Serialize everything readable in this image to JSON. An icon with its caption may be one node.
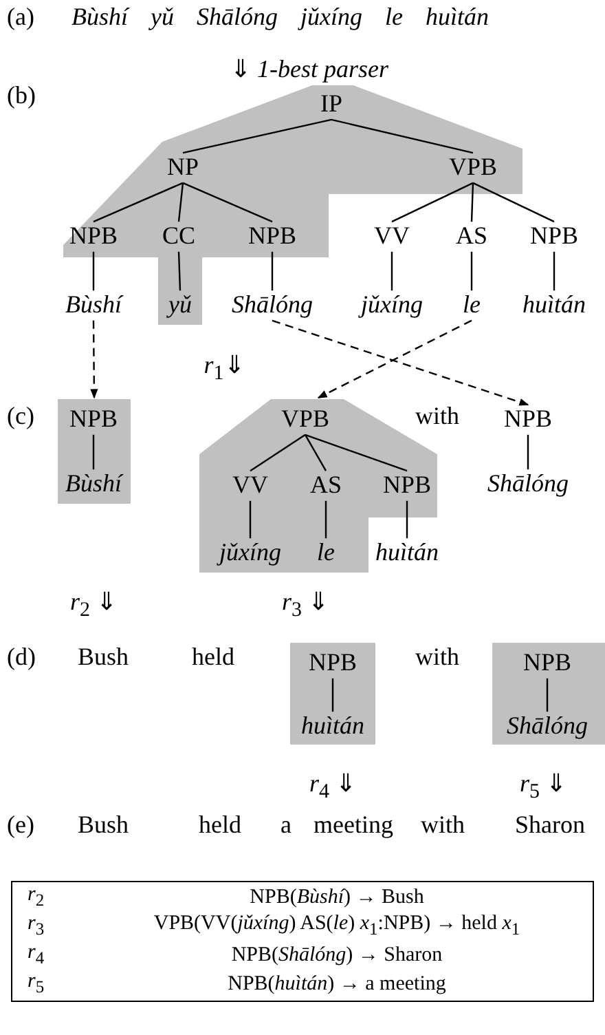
{
  "diagram": {
    "nodes": [
      {
        "text": [],
        "shape": "polygon"
      },
      {
        "text": [
          "IP"
        ],
        "in": 0
      },
      {
        "text": [
          "NP"
        ],
        "in": 0
      },
      {
        "text": [
          "VPB"
        ],
        "in": 0
      },
      {
        "text": [
          "NPB"
        ],
        "in": 0
      },
      {
        "text": [
          "CC"
        ],
        "in": 0
      },
      {
        "text": [
          "NPB"
        ],
        "in": 0
      },
      {
        "text": [
          "VV"
        ]
      },
      {
        "text": [
          "AS"
        ]
      },
      {
        "text": [
          "NPB"
        ]
      },
      {
        "text": [
          "Bùshí"
        ]
      },
      {
        "text": [
          "yǔ"
        ],
        "in": 0
      },
      {
        "text": [
          "Shālóng"
        ]
      },
      {
        "text": [
          "jǔxíng"
        ]
      },
      {
        "text": [
          "le"
        ]
      },
      {
        "text": [
          "huìtán"
        ]
      },
      {
        "text": [],
        "shape": "box"
      },
      {
        "text": [
          "NPB"
        ],
        "in": 16
      },
      {
        "text": [
          "Bùshí"
        ],
        "in": 16
      },
      {
        "text": [],
        "shape": "polygon"
      },
      {
        "text": [
          "VPB"
        ],
        "in": 19
      },
      {
        "text": [
          "VV"
        ],
        "in": 19
      },
      {
        "text": [
          "AS"
        ],
        "in": 19
      },
      {
        "text": [
          "NPB"
        ],
        "in": 19
      },
      {
        "text": [
          "jǔxíng"
        ],
        "in": 19
      },
      {
        "text": [
          "le"
        ],
        "in": 19
      },
      {
        "text": [
          "huìtán"
        ]
      },
      {
        "text": [
          "NPB"
        ]
      },
      {
        "text": [
          "Shālóng"
        ]
      },
      {
        "text": [],
        "shape": "box"
      },
      {
        "text": [
          "NPB"
        ],
        "in": 29
      },
      {
        "text": [
          "huìtán"
        ],
        "in": 29
      },
      {
        "text": [],
        "shape": "box"
      },
      {
        "text": [
          "NPB"
        ],
        "in": 32
      },
      {
        "text": [
          "Shālóng"
        ],
        "in": 32
      }
    ],
    "edges": [
      {
        "from": 1,
        "to": 2,
        "arrow": "none"
      },
      {
        "from": 1,
        "to": 3,
        "arrow": "none"
      },
      {
        "from": 2,
        "to": 4,
        "arrow": "none"
      },
      {
        "from": 2,
        "to": 5,
        "arrow": "none"
      },
      {
        "from": 2,
        "to": 6,
        "arrow": "none"
      },
      {
        "from": 3,
        "to": 7,
        "arrow": "none"
      },
      {
        "from": 3,
        "to": 8,
        "arrow": "none"
      },
      {
        "from": 3,
        "to": 9,
        "arrow": "none"
      },
      {
        "from": 4,
        "to": 10,
        "arrow": "none"
      },
      {
        "from": 5,
        "to": 11,
        "arrow": "none"
      },
      {
        "from": 6,
        "to": 12,
        "arrow": "none"
      },
      {
        "from": 7,
        "to": 13,
        "arrow": "none"
      },
      {
        "from": 8,
        "to": 14,
        "arrow": "none"
      },
      {
        "from": 9,
        "to": 15,
        "arrow": "none"
      },
      {
        "from": 10,
        "to": 16,
        "arrow": "to",
        "style": "dashed"
      },
      {
        "from": 14,
        "to": 19,
        "arrow": "to",
        "style": "dashed"
      },
      {
        "from": 12,
        "to": 27,
        "arrow": "to",
        "style": "dashed"
      },
      {
        "from": 17,
        "to": 18,
        "arrow": "none"
      },
      {
        "from": 20,
        "to": 21,
        "arrow": "none"
      },
      {
        "from": 20,
        "to": 22,
        "arrow": "none"
      },
      {
        "from": 20,
        "to": 23,
        "arrow": "none"
      },
      {
        "from": 21,
        "to": 24,
        "arrow": "none"
      },
      {
        "from": 22,
        "to": 25,
        "arrow": "none"
      },
      {
        "from": 23,
        "to": 26,
        "arrow": "none"
      },
      {
        "from": 27,
        "to": 28,
        "arrow": "none"
      },
      {
        "from": 30,
        "to": 31,
        "arrow": "none"
      },
      {
        "from": 33,
        "to": 34,
        "arrow": "none"
      }
    ],
    "labels": [
      "(a)",
      "Bùshí yǔ Shālóng jǔxíng le huìtán",
      "⇓ *1-best parser*",
      "(b)",
      "*r*$_{1}$⇓",
      "(c)",
      "with",
      "*r*$_{2}$ ⇓",
      "*r*$_{3}$ ⇓",
      "(d)",
      "Bush",
      "held",
      "with",
      "*r*$_{4}$ ⇓",
      "*r*$_{5}$ ⇓",
      "(e)",
      "Bush",
      "held",
      "a",
      "meeting",
      "with",
      "Sharon",
      "*r*$_{2}$",
      "NPB(*Bùshí*) → Bush",
      "*r*$_{3}$",
      "VPB(VV(*jǔxíng*) AS(*le*) *x*$_{1}$:NPB) → held *x*$_{1}$",
      "*r*$_{4}$",
      "NPB(*Shālóng*) → Sharon",
      "*r*$_{5}$",
      "NPB(*huìtán*) → a meeting"
    ]
  }
}
